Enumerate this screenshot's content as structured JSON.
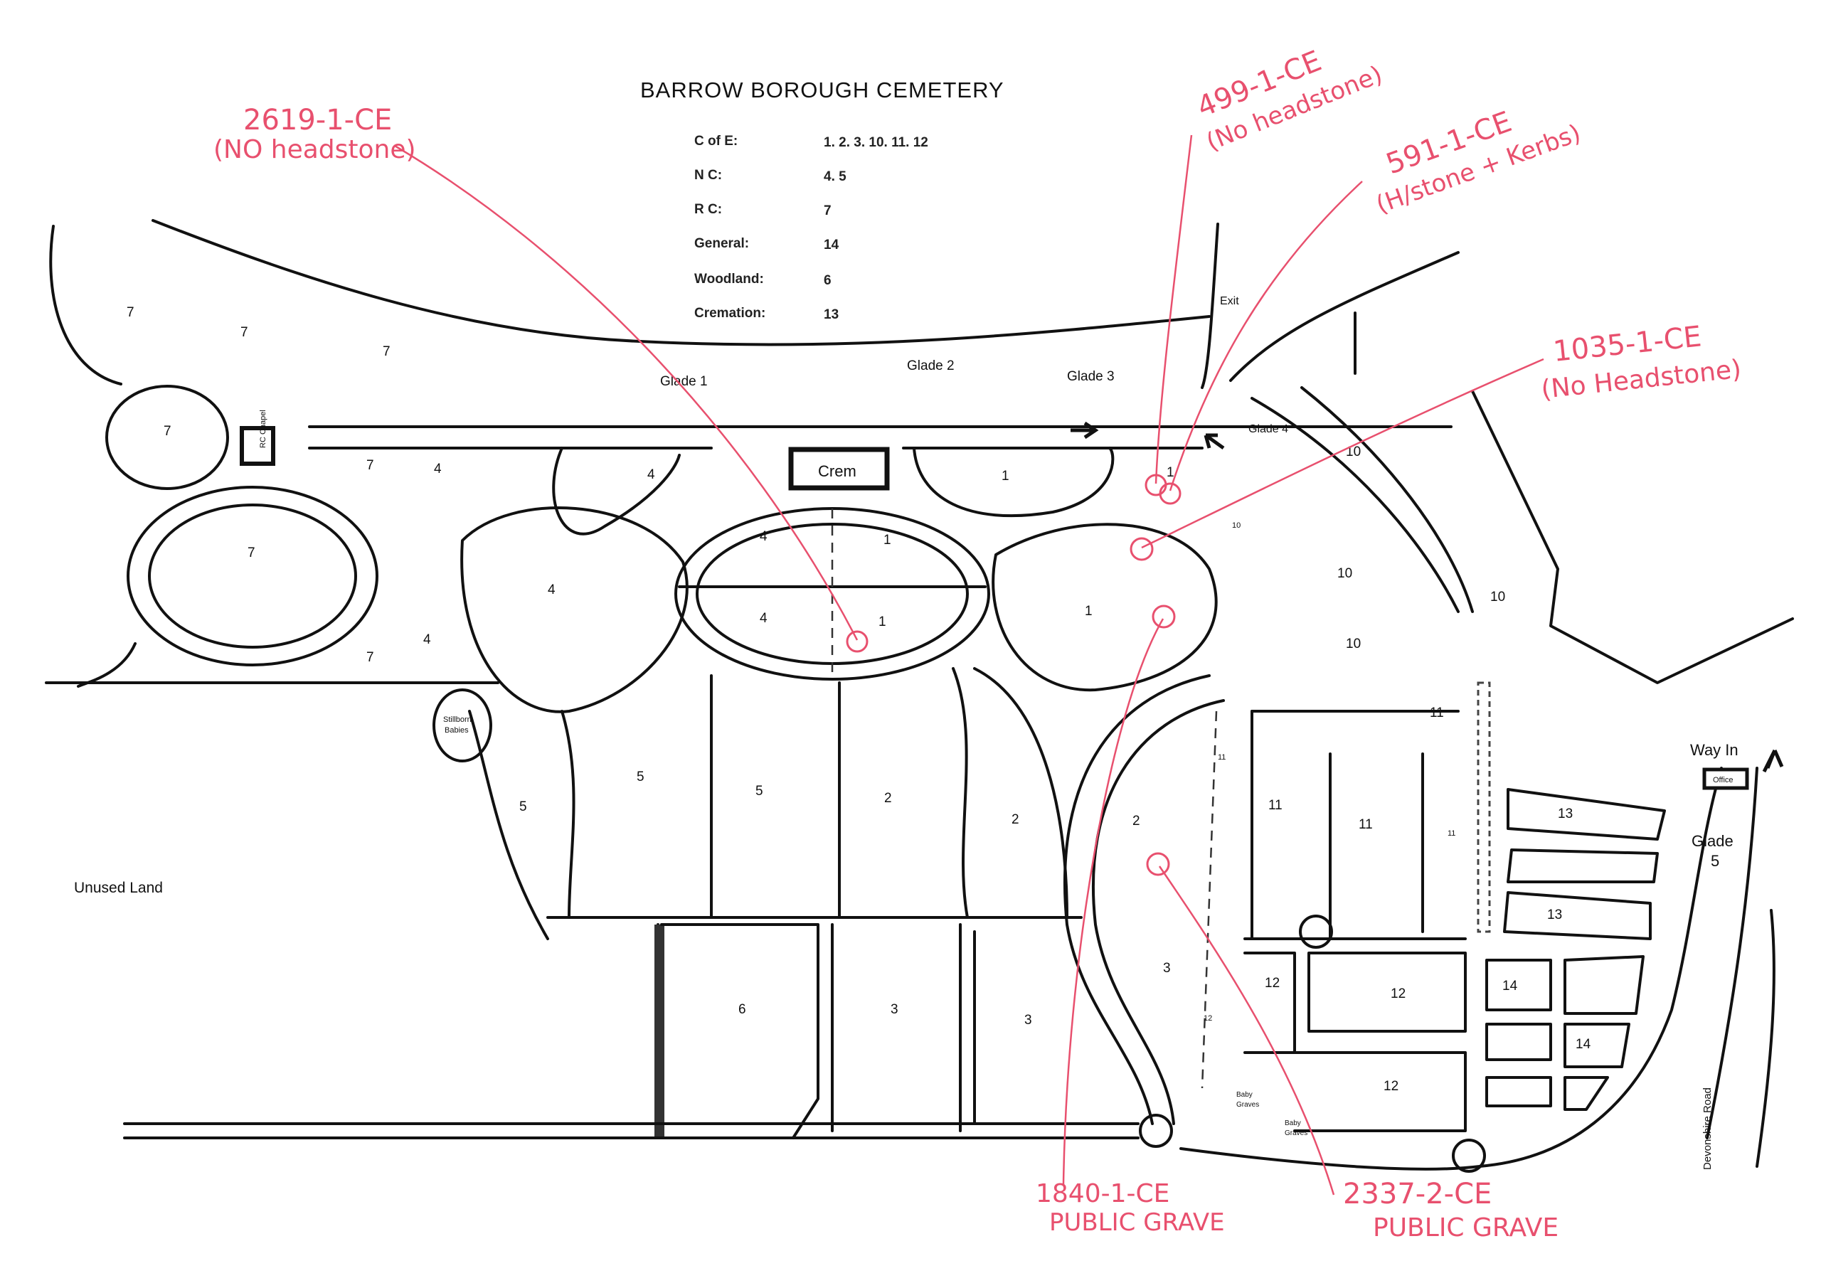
{
  "title": "BARROW BOROUGH CEMETERY",
  "legend": [
    {
      "key": "C of E:",
      "value": "1. 2. 3. 10. 11. 12"
    },
    {
      "key": "N C:",
      "value": "4. 5"
    },
    {
      "key": "R C:",
      "value": "7"
    },
    {
      "key": "General:",
      "value": "14"
    },
    {
      "key": "Woodland:",
      "value": "6"
    },
    {
      "key": "Cremation:",
      "value": "13"
    }
  ],
  "labels": {
    "glade1": "Glade 1",
    "glade2": "Glade 2",
    "glade3": "Glade 3",
    "glade4": "Glade 4",
    "glade5a": "Glade",
    "glade5b": "5",
    "exit": "Exit",
    "way_in": "Way In",
    "office": "Office",
    "crem": "Crem",
    "rc_chapel": "RC Chapel",
    "stillborn_a": "Stillborn",
    "stillborn_b": "Babies",
    "unused_land": "Unused Land",
    "devonshire_road": "Devonshire Road",
    "baby_graves_a": "Baby",
    "baby_graves_b": "Graves"
  },
  "annotations": [
    {
      "line1": "2619-1-CE",
      "line2": "(NO headstone)"
    },
    {
      "line1": "499-1-CE",
      "line2": "(No headstone)"
    },
    {
      "line1": "591-1-CE",
      "line2": "(H/stone + Kerbs)"
    },
    {
      "line1": "1035-1-CE",
      "line2": "(No Headstone)"
    },
    {
      "line1": "1840-1-CE",
      "line2": "PUBLIC GRAVE"
    },
    {
      "line1": "2337-2-CE",
      "line2": "PUBLIC GRAVE"
    }
  ],
  "sections": {
    "s7a": "7",
    "s7b": "7",
    "s7c": "7",
    "s7d": "7",
    "s7e": "7",
    "s7f": "7",
    "s7g": "7",
    "s4a": "4",
    "s4b": "4",
    "s4c": "4",
    "s4d": "4",
    "s4e": "4",
    "s4f": "4",
    "s1a": "1",
    "s1b": "1",
    "s1c": "1",
    "s1d": "1",
    "s1e": "1",
    "s5a": "5",
    "s5b": "5",
    "s5c": "5",
    "s2a": "2",
    "s2b": "2",
    "s2c": "2",
    "s3a": "3",
    "s3b": "3",
    "s3c": "3",
    "s6": "6",
    "s10a": "10",
    "s10b": "10",
    "s10c": "10",
    "s10d": "10",
    "s10e": "10",
    "s11a": "11",
    "s11b": "11",
    "s11c": "11",
    "s11d": "11",
    "s11e": "11",
    "s12a": "12",
    "s12b": "12",
    "s12c": "12",
    "s12d": "12",
    "s13a": "13",
    "s13b": "13",
    "s14a": "14",
    "s14b": "14"
  }
}
